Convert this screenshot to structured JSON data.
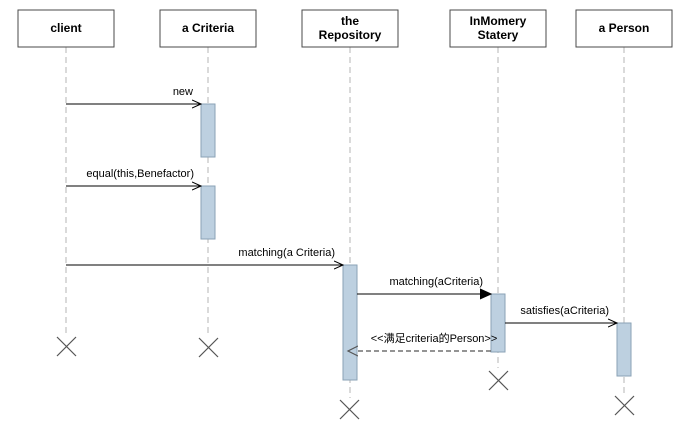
{
  "lifelines": [
    {
      "id": "client",
      "lines": [
        "client"
      ]
    },
    {
      "id": "criteria",
      "lines": [
        "a Criteria"
      ]
    },
    {
      "id": "repository",
      "lines": [
        "the",
        "Repository"
      ]
    },
    {
      "id": "inmomery",
      "lines": [
        "InMomery",
        "Statery"
      ]
    },
    {
      "id": "person",
      "lines": [
        "a Person"
      ]
    }
  ],
  "messages": [
    {
      "id": "new",
      "label": "new",
      "from": "client",
      "to": "criteria",
      "kind": "open"
    },
    {
      "id": "equal",
      "label": "equal(this,Benefactor)",
      "from": "client",
      "to": "criteria",
      "kind": "open"
    },
    {
      "id": "matching-criteria",
      "label": "matching(a Criteria)",
      "from": "client",
      "to": "repository",
      "kind": "open"
    },
    {
      "id": "matching-acriteria",
      "label": "matching(aCriteria)",
      "from": "repository",
      "to": "inmomery",
      "kind": "filled"
    },
    {
      "id": "satisfies",
      "label": "satisfies(aCriteria)",
      "from": "inmomery",
      "to": "person",
      "kind": "open"
    },
    {
      "id": "return-person",
      "label": "<<满足criteria的Person>>",
      "from": "inmomery",
      "to": "repository",
      "kind": "return"
    }
  ],
  "colors": {
    "activation_fill": "#bdd0e0",
    "activation_stroke": "#8aa2b6",
    "lifeline_dash": "#b4b4b4"
  }
}
